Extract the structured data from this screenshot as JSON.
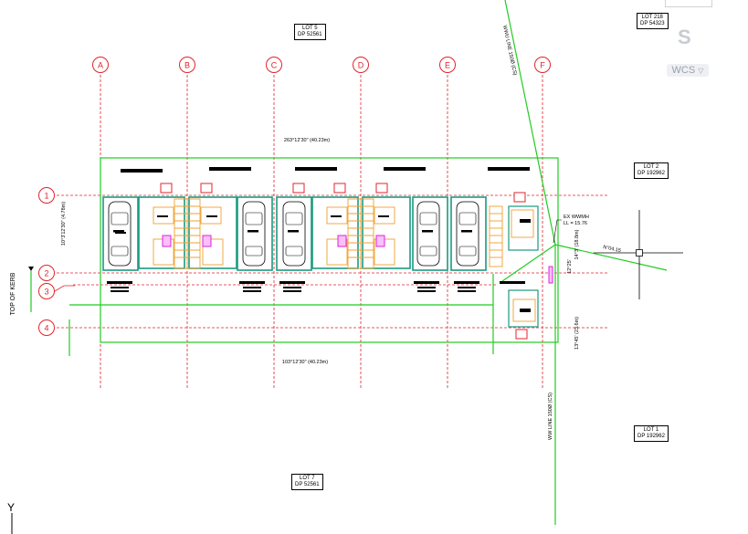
{
  "grid_columns": [
    "A",
    "B",
    "C",
    "D",
    "E",
    "F"
  ],
  "grid_rows": [
    "1",
    "2",
    "3",
    "4"
  ],
  "lots": [
    {
      "id": "lot5",
      "line1": "LOT 5",
      "line2": "DP 52561"
    },
    {
      "id": "lot218",
      "line1": "LOT 218",
      "line2": "DP 54323"
    },
    {
      "id": "lot2",
      "line1": "LOT 2",
      "line2": "DP 192962"
    },
    {
      "id": "lot1",
      "line1": "LOT 1",
      "line2": "DP 192962"
    },
    {
      "id": "lot7",
      "line1": "LOT 7",
      "line2": "DP 52561"
    }
  ],
  "dims": {
    "top": "263°12'30\" (40.23m)",
    "bottom": "103°12'30\" (40.23m)",
    "left": "10°3'12'30\" (4.78m)",
    "right_a": "14°3' (18.8m)",
    "right_b": "12°25'",
    "right_c": "13°45' (23.6m)",
    "bearing": "N°04.15"
  },
  "labels": {
    "ww_line_top": "WWU LINE 150Ø (CS)",
    "ww_line_bottom": "WW LINE 150Ø (CS)",
    "ex_wwmh": "EX WWMH",
    "ll": "LL = 15.76",
    "top_of_kerb": "TOP OF KERB"
  },
  "ui": {
    "wcs_label": "WCS",
    "s_glyph": "S",
    "ucs_y": "Y"
  },
  "colors": {
    "grid_red": "#e0242c",
    "boundary_green": "#22cc22",
    "wall_teal": "#1a9a80",
    "fixture_orange": "#f0a030",
    "magenta": "#e020e0"
  }
}
